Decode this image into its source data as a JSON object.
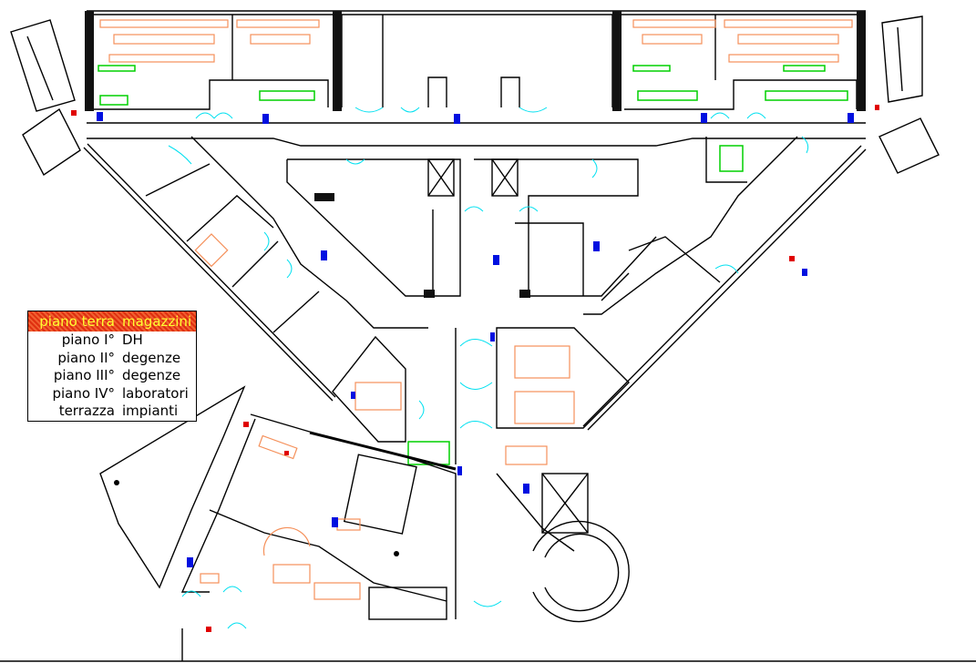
{
  "legend": {
    "header": {
      "floor": "piano terra",
      "use": "magazzini"
    },
    "rows": [
      {
        "floor": "piano I°",
        "use": "DH"
      },
      {
        "floor": "piano II°",
        "use": "degenze"
      },
      {
        "floor": "piano III°",
        "use": "degenze"
      },
      {
        "floor": "piano IV°",
        "use": "laboratori"
      },
      {
        "floor": "terrazza",
        "use": "impianti"
      }
    ]
  },
  "colors": {
    "walls": "#000000",
    "doors": "#00e0f0",
    "furniture": "#f5905a",
    "sanitary": "#00d000",
    "extinguisher": "#0010e0",
    "alarm": "#e00000",
    "legend_header": "#e03010",
    "legend_header_text": "#ffff30"
  }
}
